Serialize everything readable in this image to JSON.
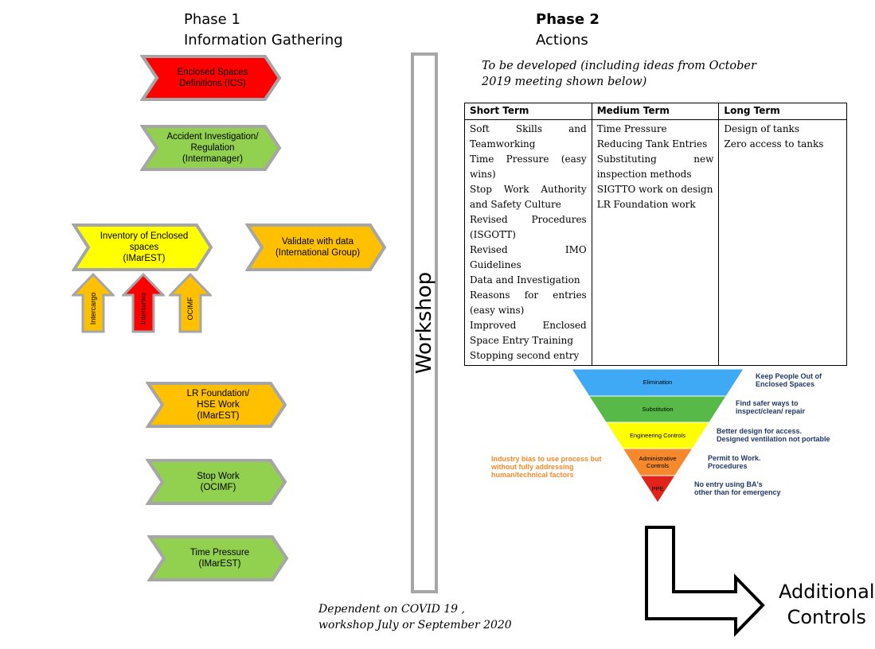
{
  "phase1": {
    "title": "Phase 1",
    "subtitle": "Information Gathering"
  },
  "phase2": {
    "title": "Phase 2",
    "subtitle": "Actions",
    "note": "To be developed (including ideas from October 2019 meeting shown below)"
  },
  "chevrons": [
    {
      "text": "Enclosed Spaces\nDefinitions (ICS)",
      "color": "#ff0000"
    },
    {
      "text": "Accident Investigation/\nRegulation\n(Intermanager)",
      "color": "#92d050"
    },
    {
      "text": "Inventory of Enclosed\nspaces\n(IMarEST)",
      "color": "#ffff00"
    },
    {
      "text": "Validate with data\n(International Group)",
      "color": "#ffc000"
    },
    {
      "text": "LR Foundation/\nHSE Work\n(IMarEST)",
      "color": "#ffc000"
    },
    {
      "text": "Stop Work\n(OCIMF)",
      "color": "#92d050"
    },
    {
      "text": "Time Pressure\n(IMarEST)",
      "color": "#92d050"
    }
  ],
  "up_arrows": [
    {
      "text": "Intercargo",
      "color": "#ffc000"
    },
    {
      "text": "Intertanko",
      "color": "#ff0000"
    },
    {
      "text": "OCIMF",
      "color": "#ffc000"
    }
  ],
  "workshop": "Workshop",
  "table": {
    "headers": [
      "Short Term",
      "Medium Term",
      "Long Term"
    ],
    "short": [
      "Soft Skills and Teamworking",
      "Time Pressure (easy wins)",
      "Stop Work Authority and Safety Culture",
      "Revised Procedures (ISGOTT)",
      "Revised IMO Guidelines",
      "Data and Investigation",
      "Reasons for entries (easy wins)",
      "Improved Enclosed Space Entry Training",
      "Stopping second entry"
    ],
    "medium": [
      "Time Pressure",
      "Reducing Tank Entries",
      "Substituting new inspection methods",
      "SIGTTO work on design",
      "LR Foundation work"
    ],
    "long": [
      "Design of tanks",
      "Zero access to tanks"
    ]
  },
  "pyramid": {
    "levels": [
      {
        "label": "Elimination",
        "color": "#3fa9f5",
        "note": "Keep People Out of\nEnclosed Spaces"
      },
      {
        "label": "Substitution",
        "color": "#57b947",
        "note": "Find safer ways to\ninspect/clean/ repair"
      },
      {
        "label": "Engineering Controls",
        "color": "#ffff00",
        "note": "Better design for access.\nDesigned ventilation not portable"
      },
      {
        "label": "Administrative\nControls",
        "color": "#f5892b",
        "note": "Permit to Work.\nProcedures"
      },
      {
        "label": "PPE",
        "color": "#e2231a",
        "note": "No entry using BA's\nother than for emergency"
      }
    ],
    "side_note": "Industry bias to use process but\nwithout fully addressing\nhuman/technical factors",
    "note_color": "#1f3864",
    "side_note_color": "#f5892b"
  },
  "covid_note": "Dependent on COVID 19 ,\nworkshop July or September 2020",
  "additional_controls": "Additional\nControls"
}
